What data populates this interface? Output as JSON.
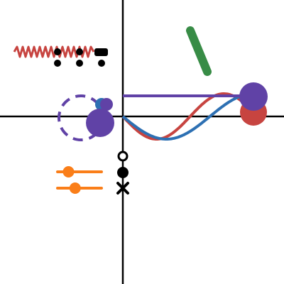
{
  "colors": {
    "axis": "#000000",
    "red": "#c74440",
    "blue": "#2d70b3",
    "green": "#388c46",
    "purple": "#6042a6",
    "orange": "#fa7e19",
    "black": "#000000",
    "background": "#ffffff"
  },
  "icons": {
    "spring": "zigzag-spring-icon",
    "green_segment": "line-segment-icon",
    "dashed_circle": "dashed-circle-icon",
    "hollow_point": "open-circle-point-icon",
    "filled_point": "filled-point-icon",
    "cross_point": "cross-point-icon",
    "sliders": "slider-icon"
  },
  "sliders": [
    {
      "name": "slider-1",
      "value": 0.25
    },
    {
      "name": "slider-2",
      "value": 0.4
    }
  ]
}
